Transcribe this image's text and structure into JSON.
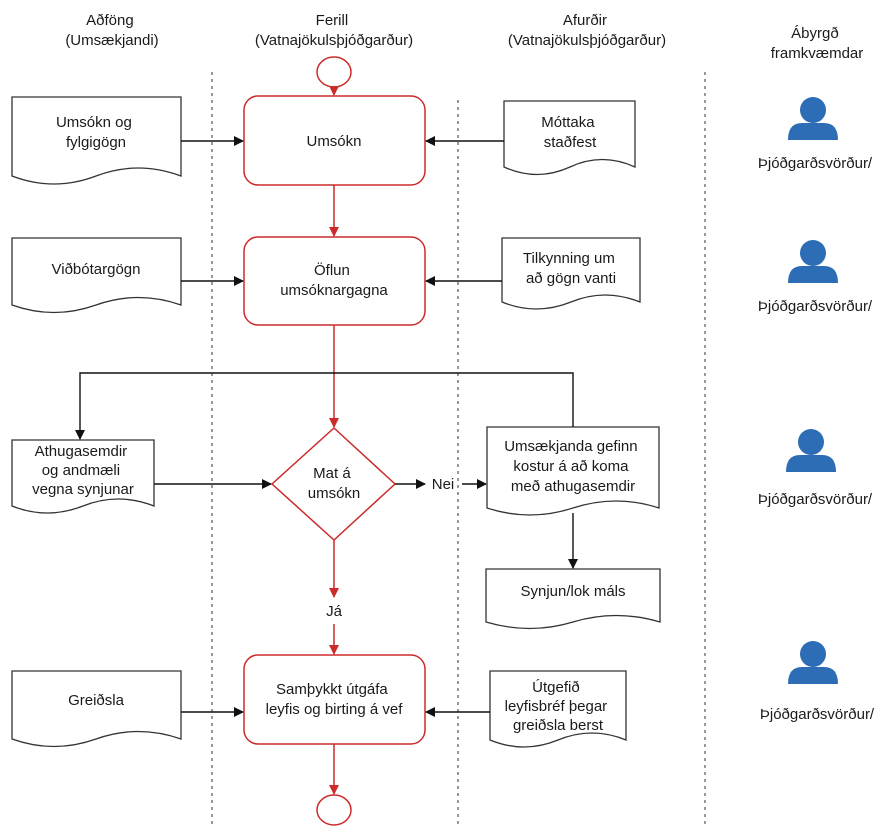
{
  "headers": {
    "inputs": [
      "Aðföng",
      "(Umsækjandi)"
    ],
    "process": [
      "Ferill",
      "(Vatnajökulsþjóðgarður)"
    ],
    "outputs": [
      "Afurðir",
      "(Vatnajökulsþjóðgarður)"
    ],
    "responsibility": [
      "Ábyrgð",
      "framkvæmdar"
    ]
  },
  "inputs": [
    [
      "Umsókn og",
      "fylgigögn"
    ],
    [
      "Viðbótargögn"
    ],
    [
      "Athugasemdir",
      "og andmæli",
      "vegna synjunar"
    ],
    [
      "Greiðsla"
    ]
  ],
  "process": {
    "steps": [
      [
        "Umsókn"
      ],
      [
        "Öflun",
        "umsóknargagna"
      ],
      [
        "Samþykkt útgáfa",
        "leyfis og birting á vef"
      ]
    ],
    "decision": [
      "Mat á",
      "umsókn"
    ],
    "yes_label": "Já",
    "no_label": "Nei"
  },
  "outputs": [
    [
      "Móttaka",
      "staðfest"
    ],
    [
      "Tilkynning um",
      "að gögn vanti"
    ],
    [
      "Umsækjanda gefinn",
      "kostur á að koma",
      "með athugasemdir"
    ],
    [
      "Synjun/lok máls"
    ],
    [
      "Útgefið",
      "leyfisbréf þegar",
      "greiðsla berst"
    ]
  ],
  "responsibles": [
    "Þjóðgarðsvörður/",
    "Þjóðgarðsvörður/",
    "Þjóðgarðsvörður/",
    "Þjóðgarðsvörður/"
  ],
  "colors": {
    "process_border": "#cc2b2b",
    "person_icon": "#2c6db5"
  }
}
